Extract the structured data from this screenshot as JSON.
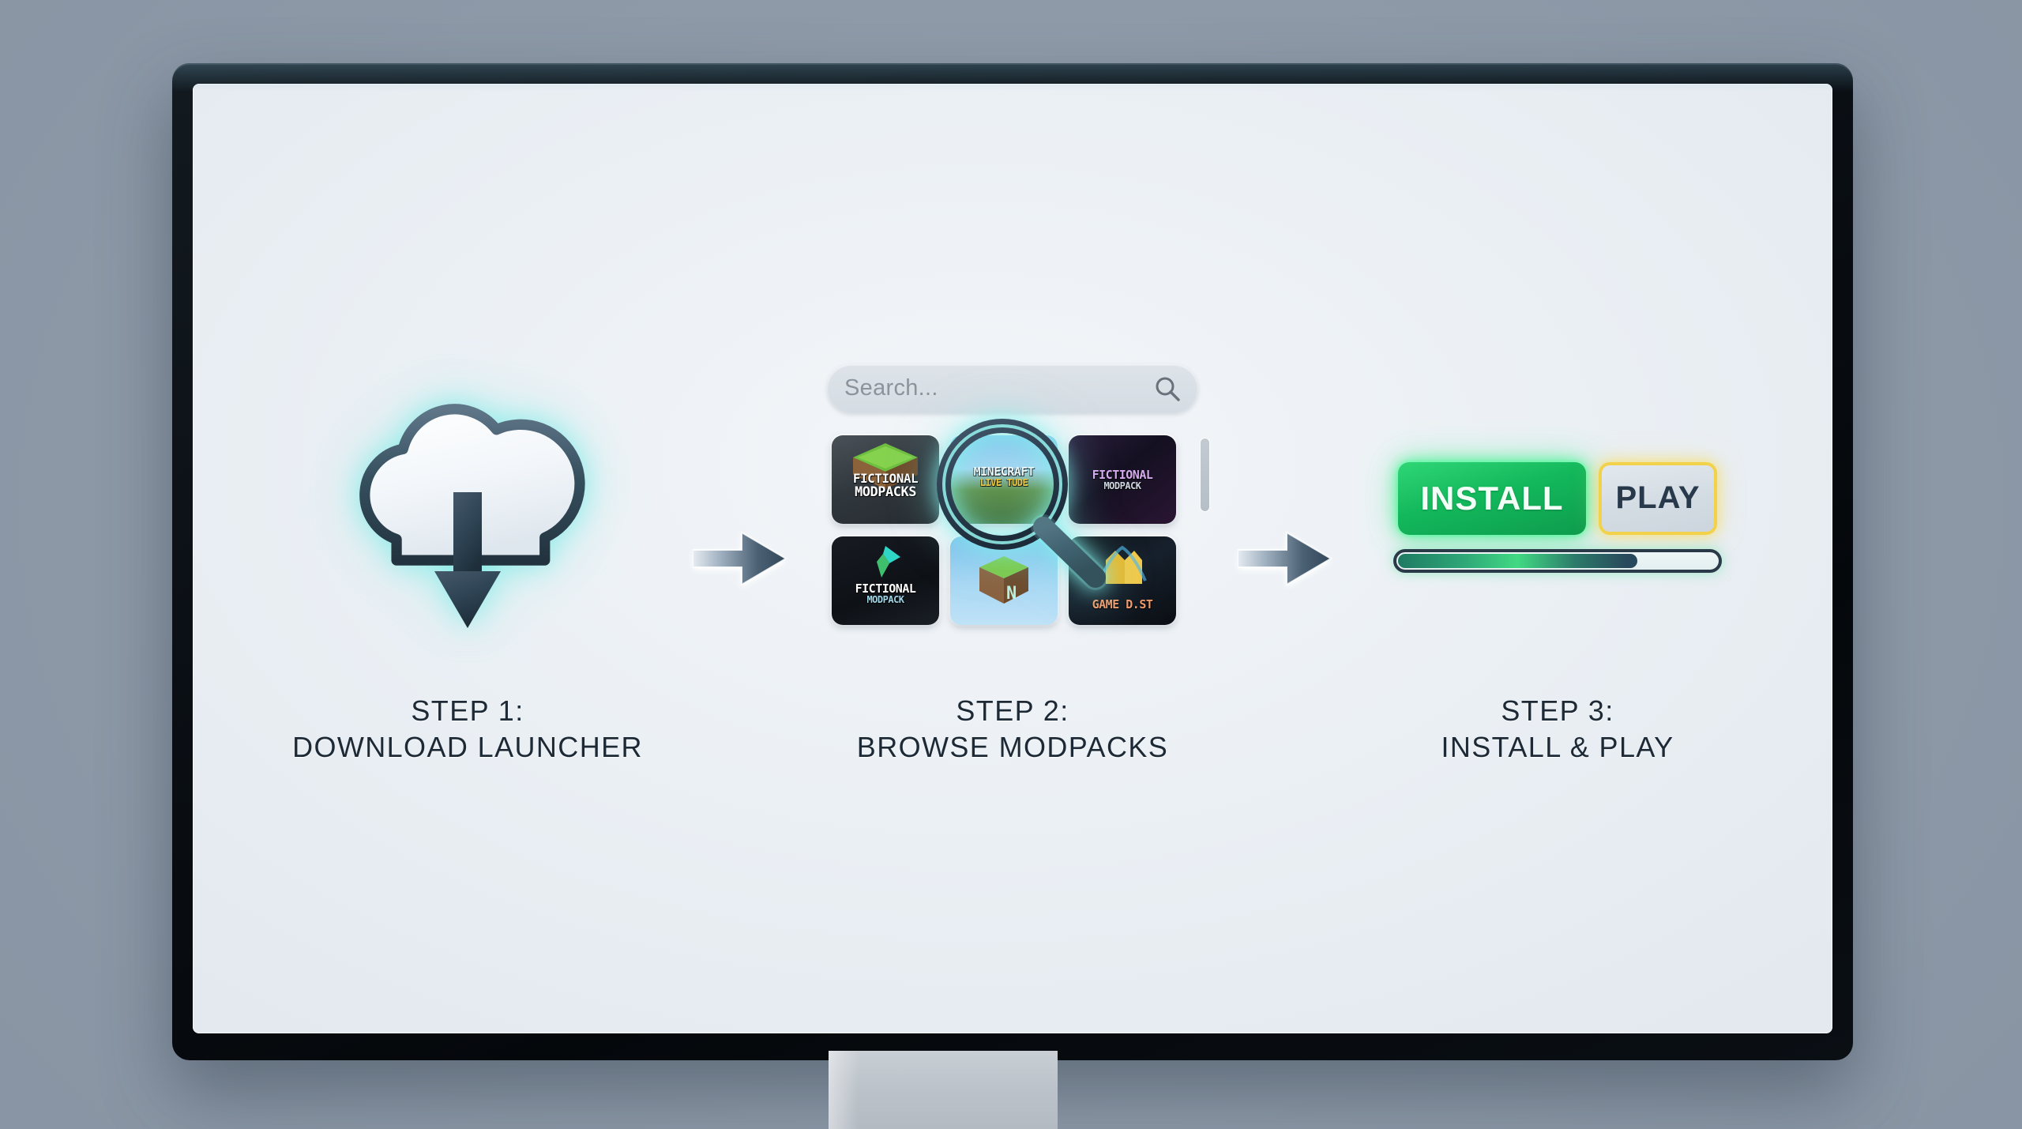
{
  "device": {
    "name": "desktop-monitor",
    "frame_color": "#0a0f14",
    "screen_bg": "#eef2f6"
  },
  "page_background": "#94a0ae",
  "steps": [
    {
      "id": "step-1",
      "line1": "STEP 1:",
      "line2": "DOWNLOAD LAUNCHER",
      "icon": "cloud-download-icon",
      "glow_color": "#7cece6"
    },
    {
      "id": "step-2",
      "line1": "STEP 2:",
      "line2": "BROWSE MODPACKS",
      "icon": "magnifier-icon",
      "glow_color": "#82f0eb"
    },
    {
      "id": "step-3",
      "line1": "STEP 3:",
      "line2": "INSTALL & PLAY",
      "icon": "install-buttons",
      "glow_color": "#3cf08c"
    }
  ],
  "arrows": [
    {
      "name": "arrow-step1-to-step2",
      "direction": "right"
    },
    {
      "name": "arrow-step2-to-step3",
      "direction": "right"
    }
  ],
  "search": {
    "placeholder": "Search...",
    "value": "",
    "icon": "search-icon"
  },
  "modpack_grid": {
    "scrollbar": {
      "name": "vertical-scrollbar",
      "position": "right"
    },
    "tiles": [
      {
        "id": "tile-1",
        "title": "FICTIONAL",
        "subtitle": "MODPACKS",
        "title_color": "#ffffff",
        "subtitle_color": "#ffffff",
        "art": "grass-block"
      },
      {
        "id": "tile-2",
        "title": "MINECRAFT",
        "subtitle": "LIVE TUDE",
        "title_color": "#f4f7fa",
        "subtitle_color": "#f3c63c",
        "art": "landscape"
      },
      {
        "id": "tile-3",
        "title": "FICTIONAL",
        "subtitle": "MODPACK",
        "title_color": "#d7a9ef",
        "subtitle_color": "#cfd6e2",
        "art": "nebula"
      },
      {
        "id": "tile-4",
        "title": "FICTIONAL",
        "subtitle": "MODPACK",
        "title_color": "#ffffff",
        "subtitle_color": "#9fd7e8",
        "art": "teal-shard"
      },
      {
        "id": "tile-5",
        "title": "",
        "subtitle": "",
        "title_color": "#ffffff",
        "subtitle_color": "#ffffff",
        "art": "grass-block-sky"
      },
      {
        "id": "tile-6",
        "title": "",
        "subtitle": "GAME D.ST",
        "title_color": "#ffffff",
        "subtitle_color": "#f19a6a",
        "art": "gold-glyph"
      }
    ]
  },
  "actions": {
    "install_label": "INSTALL",
    "play_label": "PLAY",
    "install_color": "#13b85c",
    "play_border_color": "#f2d24b",
    "progress": {
      "percent": 75,
      "fill_color": "#41d983",
      "track_border": "#2b3a49"
    }
  }
}
